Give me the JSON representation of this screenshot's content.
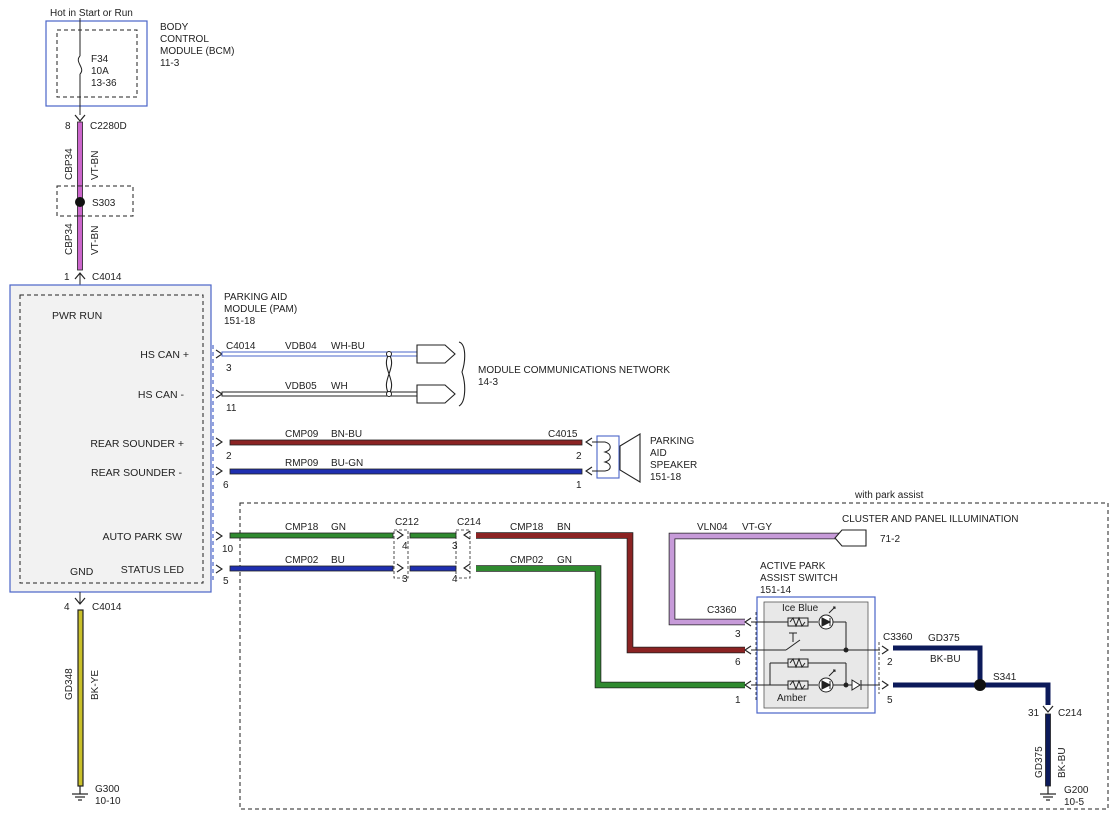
{
  "header": {
    "feed": "Hot in Start or Run"
  },
  "bcm": {
    "fuse": "F34",
    "rating": "10A",
    "fuse_ref": "13-36",
    "name1": "BODY",
    "name2": "CONTROL",
    "name3": "MODULE (BCM)",
    "ref": "11-3"
  },
  "c2280d": {
    "pin": "8",
    "name": "C2280D"
  },
  "wire_cbp34_upper": {
    "circuit": "CBP34",
    "color": "VT-BN"
  },
  "splice_s303": {
    "name": "S303"
  },
  "wire_cbp34_lower": {
    "circuit": "CBP34",
    "color": "VT-BN"
  },
  "c4014_top": {
    "pin": "1",
    "name": "C4014"
  },
  "pam": {
    "name1": "PARKING AID",
    "name2": "MODULE (PAM)",
    "ref": "151-18",
    "pwr_run": "PWR RUN",
    "hs_can_plus": "HS CAN +",
    "hs_can_minus": "HS CAN -",
    "rear_sounder_plus": "REAR SOUNDER +",
    "rear_sounder_minus": "REAR SOUNDER -",
    "auto_park_sw": "AUTO PARK SW",
    "status_led": "STATUS LED",
    "gnd": "GND"
  },
  "c4014_right": {
    "name": "C4014"
  },
  "hs_can_plus_wire": {
    "pin": "3",
    "circuit": "VDB04",
    "color": "WH-BU"
  },
  "hs_can_minus_wire": {
    "pin": "11",
    "circuit": "VDB05",
    "color": "WH"
  },
  "network": {
    "name": "MODULE COMMUNICATIONS NETWORK",
    "ref": "14-3"
  },
  "sounder_plus_wire": {
    "pin_left": "2",
    "circuit": "CMP09",
    "color": "BN-BU",
    "pin_right": "2"
  },
  "sounder_minus_wire": {
    "pin_left": "6",
    "circuit": "RMP09",
    "color": "BU-GN",
    "pin_right": "1"
  },
  "c4015": {
    "name": "C4015"
  },
  "speaker": {
    "name1": "PARKING",
    "name2": "AID",
    "name3": "SPEAKER",
    "ref": "151-18"
  },
  "park_assist_option": {
    "label": "with park assist"
  },
  "auto_park_wire": {
    "pin": "10",
    "circuit": "CMP18",
    "color": "GN"
  },
  "status_led_wire": {
    "pin": "5",
    "circuit": "CMP02",
    "color": "BU"
  },
  "c212": {
    "name": "C212",
    "pin_top": "4",
    "pin_bottom": "3"
  },
  "c214": {
    "name": "C214",
    "pin_top": "3",
    "pin_bottom": "4"
  },
  "cmp18_bn_wire": {
    "circuit": "CMP18",
    "color": "BN"
  },
  "cmp02_gn_wire": {
    "circuit": "CMP02",
    "color": "GN"
  },
  "vln04_wire": {
    "circuit": "VLN04",
    "color": "VT-GY"
  },
  "cluster": {
    "name": "CLUSTER AND PANEL ILLUMINATION",
    "ref": "71-2"
  },
  "switch": {
    "name1": "ACTIVE PARK",
    "name2": "ASSIST SWITCH",
    "ref": "151-14",
    "ice_blue": "Ice Blue",
    "amber": "Amber"
  },
  "c3360_left": {
    "name": "C3360",
    "pin3": "3",
    "pin6": "6",
    "pin1": "1"
  },
  "c3360_right": {
    "name": "C3360",
    "pin2": "2",
    "pin5": "5"
  },
  "gd375_wire": {
    "circuit": "GD375",
    "color": "BK-BU"
  },
  "splice_s341": {
    "name": "S341"
  },
  "c214_lower": {
    "pin": "31",
    "name": "C214"
  },
  "gd375_vertical": {
    "circuit": "GD375",
    "color": "BK-BU"
  },
  "g200": {
    "name": "G200",
    "ref": "10-5"
  },
  "c4014_bottom": {
    "pin": "4",
    "name": "C4014"
  },
  "gd348_wire": {
    "circuit": "GD348",
    "color": "BK-YE"
  },
  "g300": {
    "name": "G300",
    "ref": "10-10"
  },
  "colors": {
    "vt_bn": "#cc66cc",
    "bn": "#8b2323",
    "bu": "#1f2fb0",
    "gn": "#2f8a2f",
    "bk_bu": "#0c1a5a",
    "bk_ye": "#c9c02a",
    "vt_gy": "#c79bd9",
    "wh": "#ffffff",
    "box_blue": "#4a64c8",
    "module_fill": "#f2f2f2",
    "wire_dark": "#222222"
  }
}
